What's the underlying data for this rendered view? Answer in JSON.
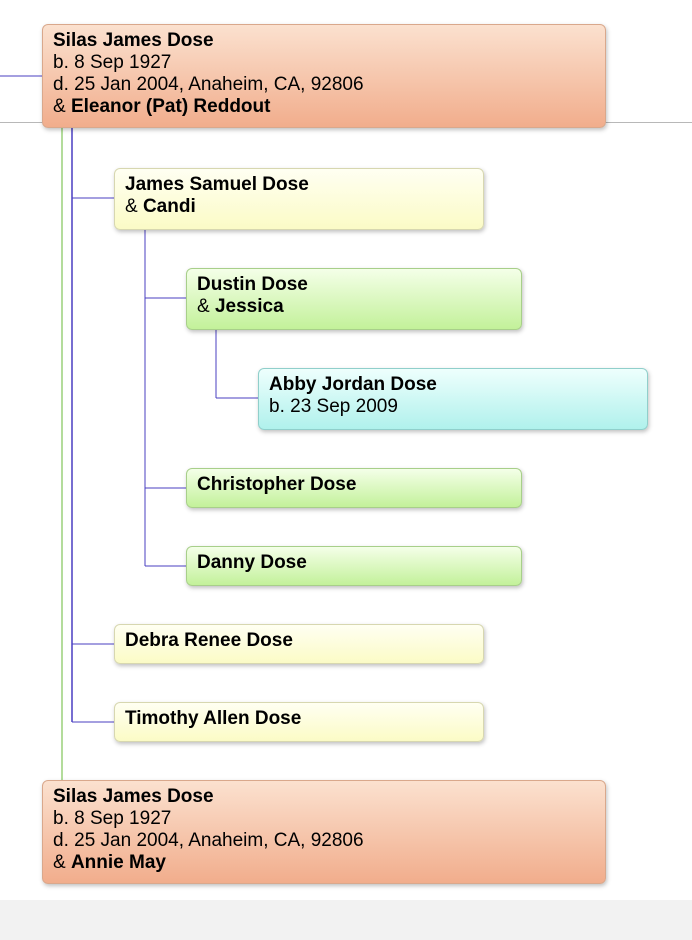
{
  "tree": {
    "root": {
      "name": "Silas James Dose",
      "born": "b. 8 Sep 1927",
      "died": "d. 25 Jan 2004, Anaheim, CA, 92806",
      "spouse_prefix": "& ",
      "spouse": "Eleanor (Pat) Reddout",
      "color": "#f4b899"
    },
    "children": [
      {
        "name": "James Samuel Dose",
        "spouse_prefix": "& ",
        "spouse": "Candi",
        "color": "#fbfbc6",
        "children": [
          {
            "name": "Dustin Dose",
            "spouse_prefix": "& ",
            "spouse": "Jessica",
            "color": "#c3f19a",
            "children": [
              {
                "name": "Abby Jordan Dose",
                "born": "b. 23 Sep 2009",
                "color": "#b0f1ec"
              }
            ]
          },
          {
            "name": "Christopher Dose",
            "color": "#c3f19a"
          },
          {
            "name": "Danny Dose",
            "color": "#c3f19a"
          }
        ]
      },
      {
        "name": "Debra Renee Dose",
        "color": "#fbfbc6"
      },
      {
        "name": "Timothy Allen Dose",
        "color": "#fbfbc6"
      }
    ],
    "second_marriage": {
      "name": "Silas James Dose",
      "born": "b. 8 Sep 1927",
      "died": "d. 25 Jan 2004, Anaheim, CA, 92806",
      "spouse_prefix": "& ",
      "spouse": "Annie May",
      "color": "#f4b899"
    }
  },
  "connector_colors": {
    "descendant_line": "#4a3fc2",
    "spouse_link": "#9ad17a"
  }
}
